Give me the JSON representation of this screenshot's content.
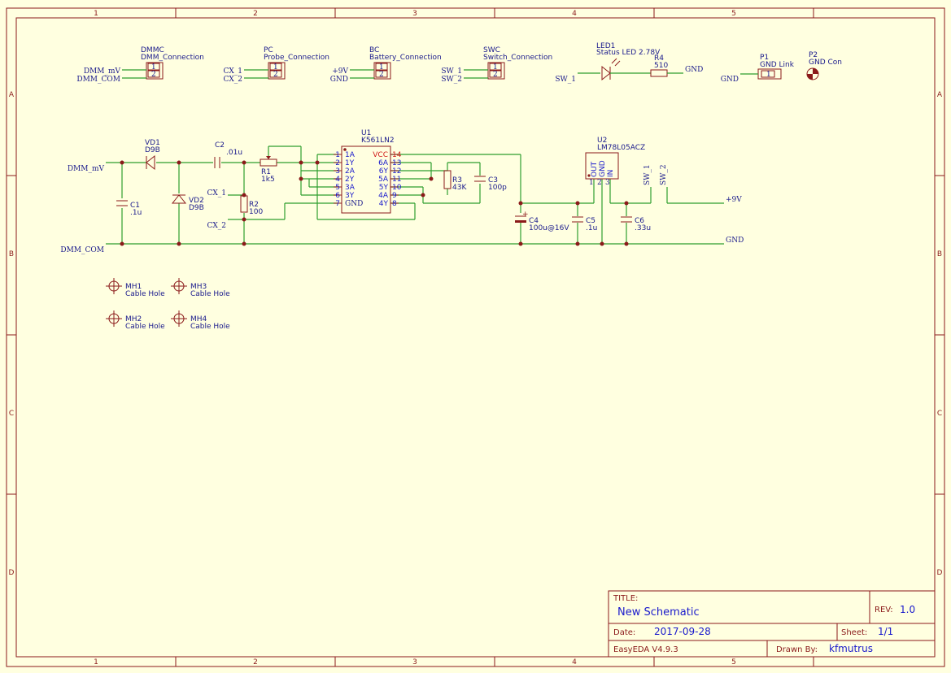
{
  "border": {
    "cols": [
      "1",
      "2",
      "3",
      "4",
      "5"
    ],
    "rows": [
      "A",
      "B",
      "C",
      "D"
    ]
  },
  "title_block": {
    "title_label": "TITLE:",
    "title_value": "New Schematic",
    "rev_label": "REV:",
    "rev_value": "1.0",
    "date_label": "Date:",
    "date_value": "2017-09-28",
    "sheet_label": "Sheet:",
    "sheet_value": "1/1",
    "tool_value": "EasyEDA V4.9.3",
    "drawn_label": "Drawn By:",
    "drawn_value": "kfmutrus"
  },
  "connectors": {
    "dmmc": {
      "ref": "DMMC",
      "name": "DMM_Connection",
      "net1": "DMM_mV",
      "net2": "DMM_COM"
    },
    "pc": {
      "ref": "PC",
      "name": "Probe_Connection",
      "net1": "CX_1",
      "net2": "CX_2"
    },
    "bc": {
      "ref": "BC",
      "name": "Battery_Connection",
      "net1": "+9V",
      "net2": "GND"
    },
    "swc": {
      "ref": "SWC",
      "name": "Switch_Connection",
      "net1": "SW_1",
      "net2": "SW_2"
    },
    "pin1": "1",
    "pin2": "2"
  },
  "led": {
    "ref": "LED1",
    "value": "Status LED 2.78V",
    "net": "SW_1"
  },
  "r4": {
    "ref": "R4",
    "value": "510",
    "net": "GND"
  },
  "p1": {
    "ref": "P1",
    "value": "GND Link",
    "pin": "1",
    "net": "GND"
  },
  "p2": {
    "ref": "P2",
    "value": "GND Con"
  },
  "main": {
    "dmm_mv": "DMM_mV",
    "dmm_com": "DMM_COM",
    "cx1": "CX_1",
    "cx2": "CX_2",
    "vd1": {
      "ref": "VD1",
      "value": "D9B"
    },
    "vd2": {
      "ref": "VD2",
      "value": "D9B"
    },
    "c1": {
      "ref": "C1",
      "value": ".1u"
    },
    "c2": {
      "ref": "C2",
      "value": ".01u"
    },
    "r1": {
      "ref": "R1",
      "value": "1k5"
    },
    "r2": {
      "ref": "R2",
      "value": "100"
    },
    "r3": {
      "ref": "R3",
      "value": "43K"
    },
    "c3": {
      "ref": "C3",
      "value": "100p"
    },
    "c4": {
      "ref": "C4",
      "value": "100u@16V",
      "polarity": "+"
    },
    "c5": {
      "ref": "C5",
      "value": ".1u"
    },
    "c6": {
      "ref": "C6",
      "value": ".33u"
    },
    "gnd": "GND",
    "v9": "+9V",
    "sw1": "SW_1",
    "sw2": "SW_2"
  },
  "u1": {
    "ref": "U1",
    "value": "K561LN2",
    "left_pins": [
      {
        "num": "1",
        "name": "1A"
      },
      {
        "num": "2",
        "name": "1Y"
      },
      {
        "num": "3",
        "name": "2A"
      },
      {
        "num": "4",
        "name": "2Y"
      },
      {
        "num": "5",
        "name": "3A"
      },
      {
        "num": "6",
        "name": "3Y"
      },
      {
        "num": "7",
        "name": "GND"
      }
    ],
    "right_pins": [
      {
        "num": "14",
        "name": "VCC"
      },
      {
        "num": "13",
        "name": "6A"
      },
      {
        "num": "12",
        "name": "6Y"
      },
      {
        "num": "11",
        "name": "5A"
      },
      {
        "num": "10",
        "name": "5Y"
      },
      {
        "num": "9",
        "name": "4A"
      },
      {
        "num": "8",
        "name": "4Y"
      }
    ]
  },
  "u2": {
    "ref": "U2",
    "value": "LM78L05ACZ",
    "pins": [
      {
        "num": "1",
        "name": "OUT"
      },
      {
        "num": "2",
        "name": "GND"
      },
      {
        "num": "3",
        "name": "IN"
      }
    ]
  },
  "mounting_holes": [
    {
      "ref": "MH1",
      "value": "Cable Hole"
    },
    {
      "ref": "MH3",
      "value": "Cable Hole"
    },
    {
      "ref": "MH2",
      "value": "Cable Hole"
    },
    {
      "ref": "MH4",
      "value": "Cable Hole"
    }
  ]
}
